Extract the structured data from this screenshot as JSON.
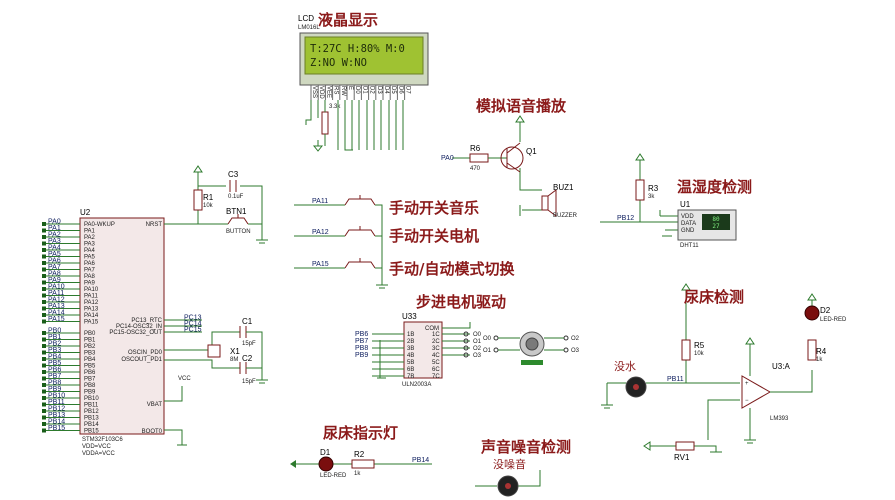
{
  "lcd": {
    "ref": "LCD",
    "title": "液晶显示",
    "part": "LM016L",
    "line1": "T:27C H:80% M:0",
    "line2": "Z:NO    W:NO",
    "pins": [
      "VSS",
      "VDD",
      "VEE",
      "RS",
      "RW",
      "E",
      "D0",
      "D1",
      "D2",
      "D3",
      "D4",
      "D5",
      "D6",
      "D7"
    ]
  },
  "voice": {
    "title": "模拟语音播放",
    "r6": "R6",
    "r6_val": "470",
    "q1": "Q1",
    "net": "PA0",
    "buz": "BUZ1",
    "buz_part": "BUZZER"
  },
  "dht": {
    "title": "温湿度检测",
    "u1": "U1",
    "part": "DHT11",
    "r3": "R3",
    "r3_val": "3k",
    "net": "PB12",
    "pins": [
      "VDD",
      "DATA",
      "GND"
    ],
    "disp1": "80",
    "disp2": "27"
  },
  "mcu": {
    "ref": "U2",
    "part": "STM32F103C6",
    "power1": "VDD=VCC",
    "power2": "VDDA=VCC",
    "left_pins": [
      "PA0-WKUP",
      "PA1",
      "PA2",
      "PA3",
      "PA4",
      "PA5",
      "PA6",
      "PA7",
      "PA8",
      "PA9",
      "PA10",
      "PA11",
      "PA12",
      "PA13",
      "PA14",
      "PA15",
      "PB0",
      "PB1",
      "PB2",
      "PB3",
      "PB4",
      "PB5",
      "PB6",
      "PB7",
      "PB8",
      "PB9",
      "PB10",
      "PB11",
      "PB12",
      "PB13",
      "PB14",
      "PB15"
    ],
    "left_nets": [
      "PA0",
      "PA1",
      "PA2",
      "PA3",
      "PA4",
      "PA5",
      "PA6",
      "PA7",
      "PA8",
      "PA9",
      "PA10",
      "PA11",
      "PA12",
      "PA13",
      "PA14",
      "PA15",
      "PB0",
      "PB1",
      "PB2",
      "PB3",
      "PB4",
      "PB5",
      "PB6",
      "PB7",
      "PB8",
      "PB9",
      "PB10",
      "PB11",
      "PB12",
      "PB13",
      "PB14",
      "PB15"
    ],
    "right_pins": [
      "NRST",
      "PC13_RTC",
      "PC14-OSC32_IN",
      "PC15-OSC32_OUT",
      "OSCIN_PD0",
      "OSCOUT_PD1",
      "VBAT",
      "BOOT0"
    ],
    "right_nets": [
      "PC13",
      "PC14",
      "PC15"
    ],
    "vcc": "VCC"
  },
  "reset": {
    "r1": "R1",
    "r1_val": "10k",
    "c3": "C3",
    "c3_val": "0.1uF",
    "btn": "BTN1",
    "btn_part": "BUTTON"
  },
  "crystal": {
    "c1": "C1",
    "c1_val": "15pF",
    "c2": "C2",
    "c2_val": "15pF",
    "x1": "X1",
    "x1_val": "8M"
  },
  "switches": [
    {
      "net": "PA11",
      "label": "手动开关音乐"
    },
    {
      "net": "PA12",
      "label": "手动开关电机"
    },
    {
      "net": "PA15",
      "label": "手动/自动模式切换"
    }
  ],
  "motor": {
    "title": "步进电机驱动",
    "ref": "U33",
    "part": "ULN2003A",
    "inputs": [
      "PB6",
      "PB7",
      "PB8",
      "PB9"
    ],
    "in_pins": [
      "1B",
      "2B",
      "3B",
      "4B",
      "5B",
      "6B",
      "7B"
    ],
    "out_pins": [
      "1C",
      "2C",
      "3C",
      "4C",
      "5C",
      "6C",
      "7C"
    ],
    "com": "COM",
    "outputs": [
      "O0",
      "O1",
      "O2",
      "O3"
    ],
    "mout": [
      "O0",
      "O1",
      "O2",
      "O3"
    ]
  },
  "wet": {
    "title": "尿床检测",
    "water": "没水",
    "net": "PB11",
    "r5": "R5",
    "r5_val": "10k",
    "u3": "U3:A",
    "u3_part": "LM393",
    "rv1": "RV1",
    "d2": "D2",
    "d2_part": "LED-RED",
    "r4": "R4",
    "r4_val": "1k"
  },
  "indicator": {
    "title": "尿床指示灯",
    "d1": "D1",
    "d1_part": "LED-RED",
    "r2": "R2",
    "r2_val": "1k",
    "net": "PB14"
  },
  "noise": {
    "title": "声音噪音检测",
    "status": "没噪音"
  }
}
